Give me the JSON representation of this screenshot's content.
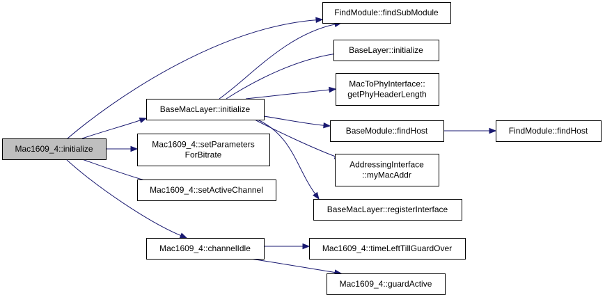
{
  "nodes": {
    "mac_initialize": {
      "lines": [
        "Mac1609_4::initialize"
      ],
      "highlight": true
    },
    "basemac_initialize": {
      "lines": [
        "BaseMacLayer::initialize"
      ]
    },
    "set_parameters": {
      "lines": [
        "Mac1609_4::setParameters",
        "ForBitrate"
      ]
    },
    "set_active_channel": {
      "lines": [
        "Mac1609_4::setActiveChannel"
      ]
    },
    "channel_idle": {
      "lines": [
        "Mac1609_4::channelIdle"
      ]
    },
    "find_sub_module": {
      "lines": [
        "FindModule::findSubModule"
      ]
    },
    "baselayer_initialize": {
      "lines": [
        "BaseLayer::initialize"
      ]
    },
    "get_phy_header": {
      "lines": [
        "MacToPhyInterface::",
        "getPhyHeaderLength"
      ]
    },
    "find_host_base": {
      "lines": [
        "BaseModule::findHost"
      ]
    },
    "my_mac_addr": {
      "lines": [
        "AddressingInterface",
        "::myMacAddr"
      ]
    },
    "register_interface": {
      "lines": [
        "BaseMacLayer::registerInterface"
      ]
    },
    "find_host": {
      "lines": [
        "FindModule::findHost"
      ]
    },
    "time_left_guard": {
      "lines": [
        "Mac1609_4::timeLeftTillGuardOver"
      ]
    },
    "guard_active": {
      "lines": [
        "Mac1609_4::guardActive"
      ]
    }
  },
  "edges": [
    [
      "mac_initialize",
      "find_sub_module"
    ],
    [
      "mac_initialize",
      "basemac_initialize"
    ],
    [
      "mac_initialize",
      "set_parameters"
    ],
    [
      "mac_initialize",
      "set_active_channel"
    ],
    [
      "mac_initialize",
      "channel_idle"
    ],
    [
      "basemac_initialize",
      "find_sub_module"
    ],
    [
      "basemac_initialize",
      "baselayer_initialize"
    ],
    [
      "basemac_initialize",
      "get_phy_header"
    ],
    [
      "basemac_initialize",
      "find_host_base"
    ],
    [
      "basemac_initialize",
      "my_mac_addr"
    ],
    [
      "basemac_initialize",
      "register_interface"
    ],
    [
      "find_host_base",
      "find_host"
    ],
    [
      "channel_idle",
      "time_left_guard"
    ],
    [
      "channel_idle",
      "guard_active"
    ]
  ]
}
